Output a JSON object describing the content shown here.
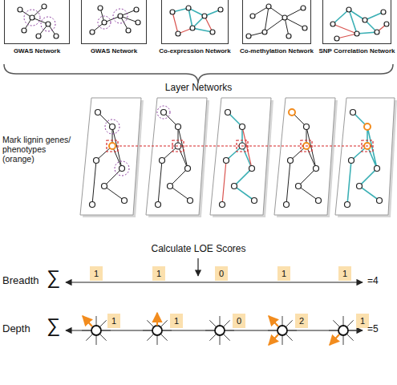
{
  "diagram": {
    "nodes": [
      {
        "text": [
          "GWAS Network"
        ]
      },
      {
        "text": [
          "GWAS Network"
        ]
      },
      {
        "text": [
          "Co-expression Network"
        ]
      },
      {
        "text": [
          "Co-methylation Network"
        ]
      },
      {
        "text": [
          "SNP Correlation Network"
        ]
      },
      {
        "text": [
          "1"
        ]
      },
      {
        "text": [
          "1"
        ]
      },
      {
        "text": [
          "0"
        ]
      },
      {
        "text": [
          "1"
        ]
      },
      {
        "text": [
          "1"
        ]
      },
      {
        "text": [
          "1"
        ]
      },
      {
        "text": [
          "1"
        ]
      },
      {
        "text": [
          "0"
        ]
      },
      {
        "text": [
          "2"
        ]
      },
      {
        "text": [
          "1"
        ]
      }
    ],
    "labels": [
      "Layer Networks",
      "Mark lignin genes/ phenotypes (orange)",
      "Calculate LOE Scores",
      "Breadth",
      "∑",
      "=4",
      "Depth",
      "∑",
      "=5"
    ]
  }
}
